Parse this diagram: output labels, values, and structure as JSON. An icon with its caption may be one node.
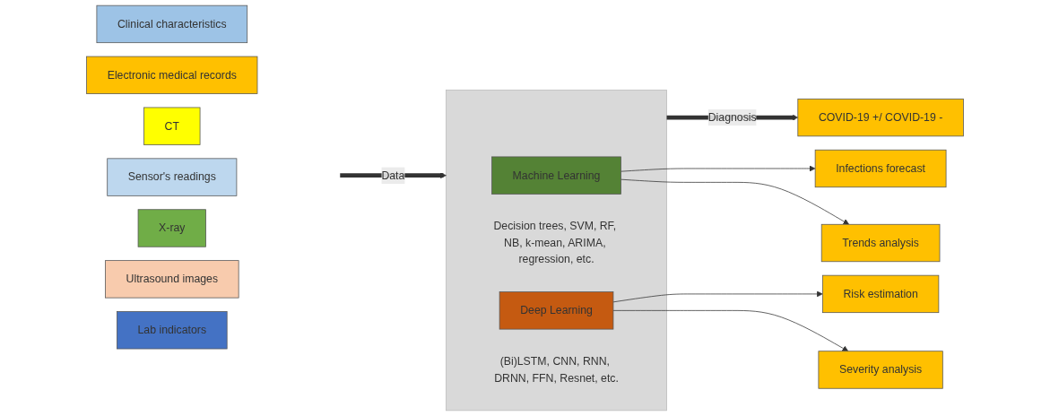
{
  "diagram": {
    "nodes": [
      {
        "text": [
          "Lab indicators"
        ]
      },
      {
        "text": [
          "Ultrasound images"
        ]
      },
      {
        "text": [
          "X-ray"
        ]
      },
      {
        "text": [
          "Sensor's readings"
        ]
      },
      {
        "text": [
          "CT"
        ]
      },
      {
        "text": [
          "Electronic medical records"
        ]
      },
      {
        "text": [
          "Clinical characteristics"
        ]
      },
      {
        "text": [],
        "shape": "box"
      },
      {
        "text": [
          "Machine Learning"
        ],
        "in": 7,
        "beside": [
          "Decision trees, SVM, RF, NB, k-mean, ARIMA, regression, etc."
        ]
      },
      {
        "text": [
          "Deep Learning"
        ],
        "in": 7,
        "beside": [
          "(Bi)LSTM, CNN, RNN, DRNN, FFN, Resnet, etc."
        ]
      },
      {
        "text": [
          "Trends analysis"
        ]
      },
      {
        "text": [
          "Infections forecast"
        ]
      },
      {
        "text": [
          "COVID-19 +/ COVID-19 -"
        ]
      },
      {
        "text": [
          "Severity analysis"
        ]
      },
      {
        "text": [
          "Risk estimation"
        ]
      }
    ],
    "edges": [
      {
        "from": null,
        "to": 7,
        "arrow": "to",
        "label": "Data",
        "style": "thick"
      },
      {
        "from": 8,
        "to": 10,
        "arrow": "to"
      },
      {
        "from": 8,
        "to": 11,
        "arrow": "to"
      },
      {
        "from": 7,
        "to": 12,
        "arrow": "to",
        "label": "Diagnosis",
        "style": "thick"
      },
      {
        "from": 9,
        "to": 13,
        "arrow": "to"
      },
      {
        "from": 9,
        "to": 14,
        "arrow": "to"
      }
    ]
  }
}
